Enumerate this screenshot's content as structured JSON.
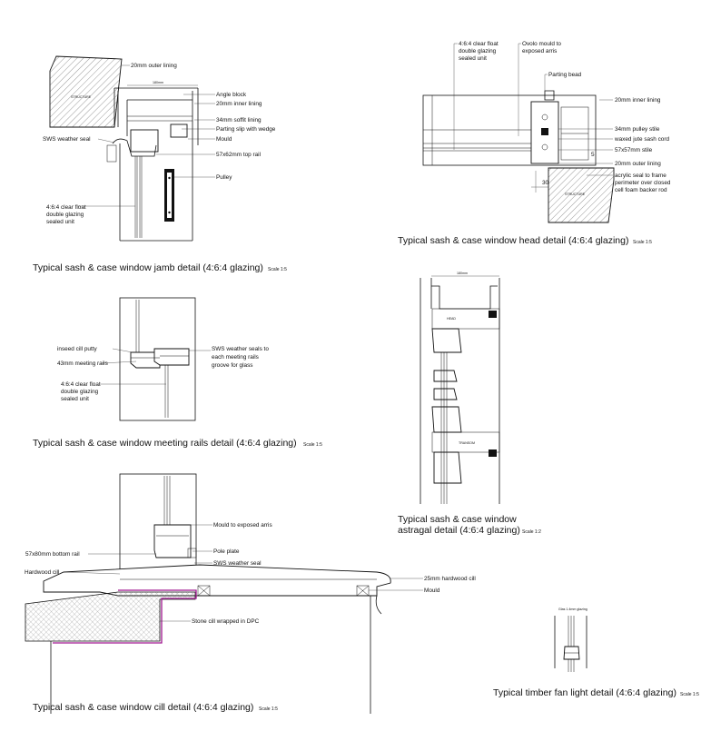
{
  "colors": {
    "line": "#111111",
    "dpc": "#a01890",
    "paper": "#ffffff"
  },
  "jamb": {
    "caption": "Typical sash & case window jamb detail (4:6:4 glazing)",
    "scale": "Scale 1:5",
    "structure": "STRUCTURE",
    "dim_top": "180mm",
    "labels": {
      "outer_lining": "20mm outer lining",
      "angle_block": "Angle block",
      "inner_lining": "20mm inner lining",
      "soffit_lining": "34mm soffit lining",
      "parting_slip": "Parting slip with wedge",
      "mould": "Mould",
      "weather_seal": "SWS weather seal",
      "top_rail": "57x62mm top rail",
      "pulley": "Pulley",
      "glazing_1": "4:6:4 clear float",
      "glazing_2": "double glazing",
      "glazing_3": "sealed unit"
    }
  },
  "head": {
    "caption": "Typical sash & case window head detail (4:6:4 glazing)",
    "scale": "Scale 1:5",
    "structure": "STRUCTURE",
    "dim_30": "30",
    "dim_5": "5",
    "labels": {
      "glazing_1": "4:6:4 clear float",
      "glazing_2": "double glazing",
      "glazing_3": "sealed unit",
      "ovolo_1": "Ovolo mould to",
      "ovolo_2": "exposed arris",
      "parting_bead": "Parting bead",
      "inner_lining": "20mm inner lining",
      "pulley_stile": "34mm pulley stile",
      "sash_cord": "waxed jute sash cord",
      "stile": "57x57mm stile",
      "outer_lining": "20mm outer lining",
      "acrylic_1": "acrylic seal to frame",
      "acrylic_2": "perimeter over closed",
      "acrylic_3": "cell foam backer rod"
    }
  },
  "meeting": {
    "caption": "Typical sash & case window meeting rails detail (4:6:4 glazing)",
    "scale": "Scale 1:5",
    "labels": {
      "putty": "inseed cill putty",
      "rails": "43mm meeting rails",
      "seals_1": "SWS weather seals to",
      "seals_2": "each meeting rails",
      "seals_3": "groove for glass",
      "glazing_1": "4:6:4 clear float",
      "glazing_2": "double glazing",
      "glazing_3": "sealed unit"
    }
  },
  "astragal": {
    "caption_1": "Typical sash & case window",
    "caption_2": "astragal detail (4:6:4 glazing)",
    "scale": "Scale 1:2",
    "dim_top": "180mm",
    "head": "HEAD",
    "transom": "TRANSOM"
  },
  "cill": {
    "caption": "Typical sash & case window cill detail (4:6:4 glazing)",
    "scale": "Scale 1:5",
    "labels": {
      "ovolo": "Mould to exposed arris",
      "bottom_rail": "57x80mm bottom rail",
      "pole_plate": "Pole plate",
      "weather_seal": "SWS weather seal",
      "hardwood_cill": "Hardwood cill",
      "cill_25": "25mm hardwood cill",
      "mould": "Mould",
      "stone_cill": "Stone cill wrapped in DPC"
    }
  },
  "fanlight": {
    "caption": "Typical timber fan light detail (4:6:4 glazing)",
    "scale": "Scale 1:5",
    "note": "Glas 1.4mm glazing"
  }
}
